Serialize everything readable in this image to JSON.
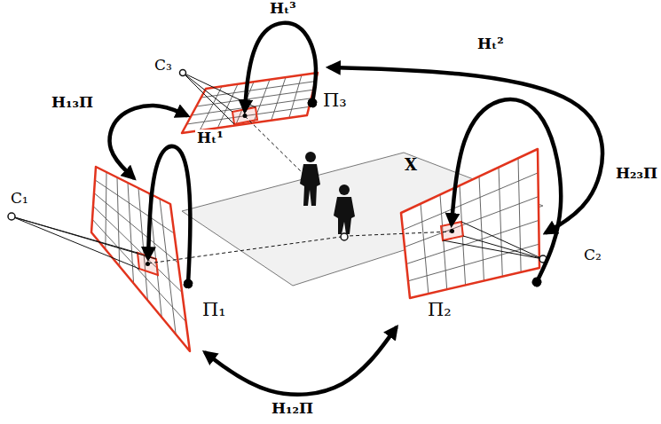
{
  "diagram": {
    "nodes": [
      {
        "text": [
          "Π₃"
        ]
      },
      {
        "text": [
          "X"
        ]
      },
      {
        "text": [
          "Π₁"
        ]
      },
      {
        "text": [
          "Π₂"
        ]
      }
    ],
    "edges": [
      {
        "from": 0,
        "to": 0,
        "arrow": "to",
        "label": "Hₜ³"
      },
      {
        "from": 2,
        "to": 0,
        "arrow": "both",
        "label": "H₁₃Π"
      },
      {
        "from": 2,
        "to": 2,
        "arrow": "to",
        "label": "Hₜ¹"
      },
      {
        "from": 3,
        "to": 3,
        "arrow": "to",
        "label": "Hₜ²"
      },
      {
        "from": 3,
        "to": 0,
        "arrow": "both",
        "label": "H₂₃Π"
      },
      {
        "from": 2,
        "to": 3,
        "arrow": "both",
        "label": "H₁₂Π"
      }
    ],
    "labels": [
      "C₃",
      "C₁",
      "C₂"
    ]
  }
}
